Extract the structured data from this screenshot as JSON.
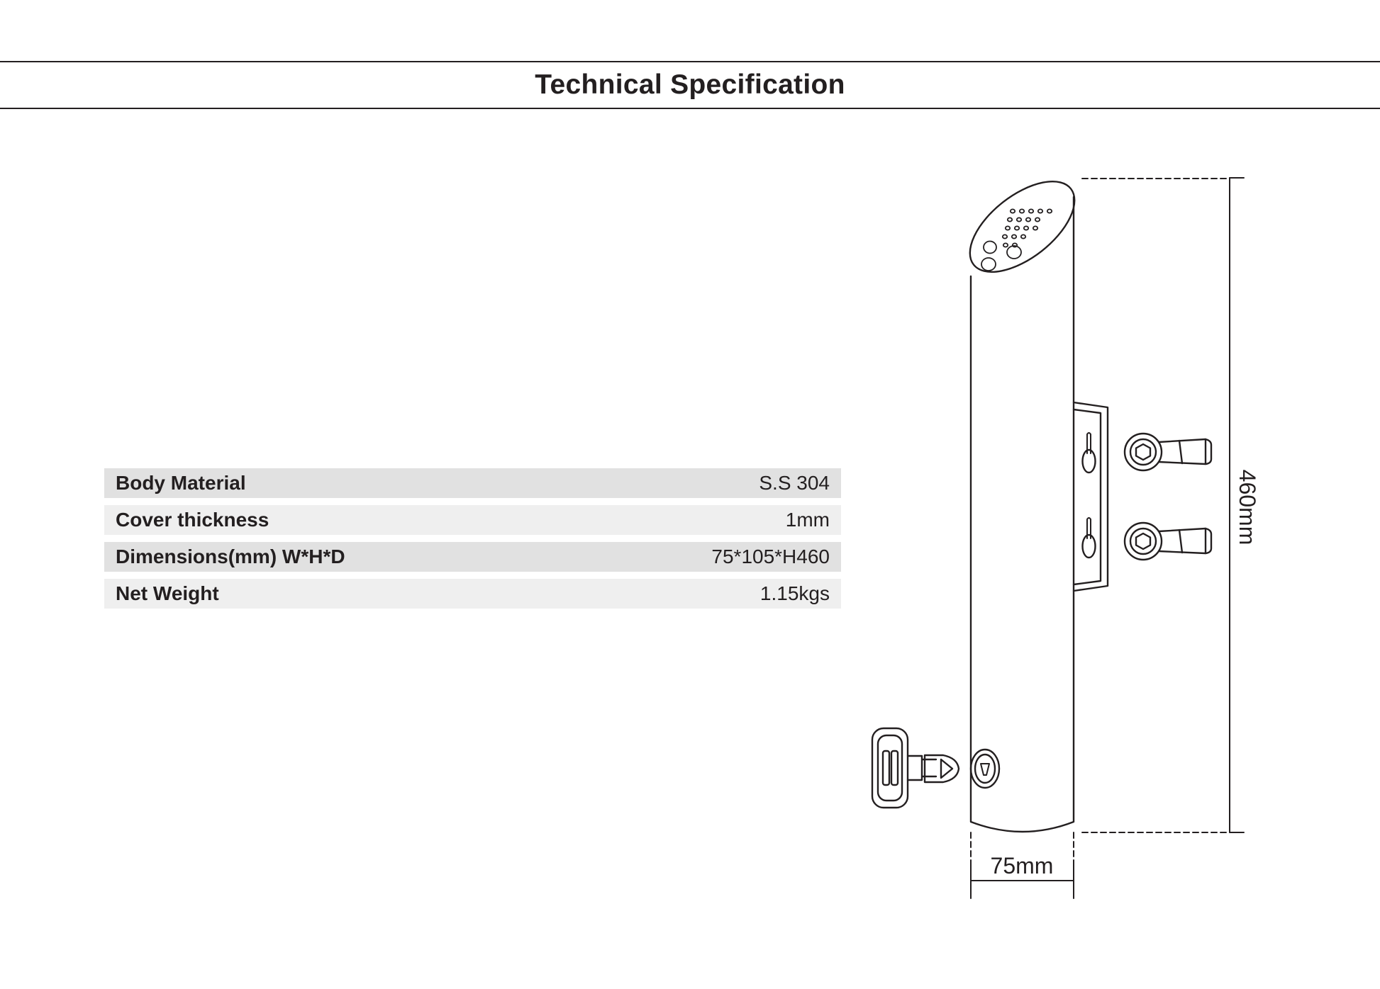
{
  "header": {
    "title": "Technical Specification"
  },
  "specs": [
    {
      "label": "Body Material",
      "value": "S.S 304"
    },
    {
      "label": "Cover thickness",
      "value": "1mm"
    },
    {
      "label": "Dimensions(mm) W*H*D",
      "value": "75*105*H460"
    },
    {
      "label": "Net Weight",
      "value": "1.15kgs"
    }
  ],
  "drawing": {
    "height_label": "460mm",
    "width_label": "75mm"
  },
  "colors": {
    "ink": "#231f20",
    "row_dark": "#e1e1e1",
    "row_light": "#efefef"
  }
}
